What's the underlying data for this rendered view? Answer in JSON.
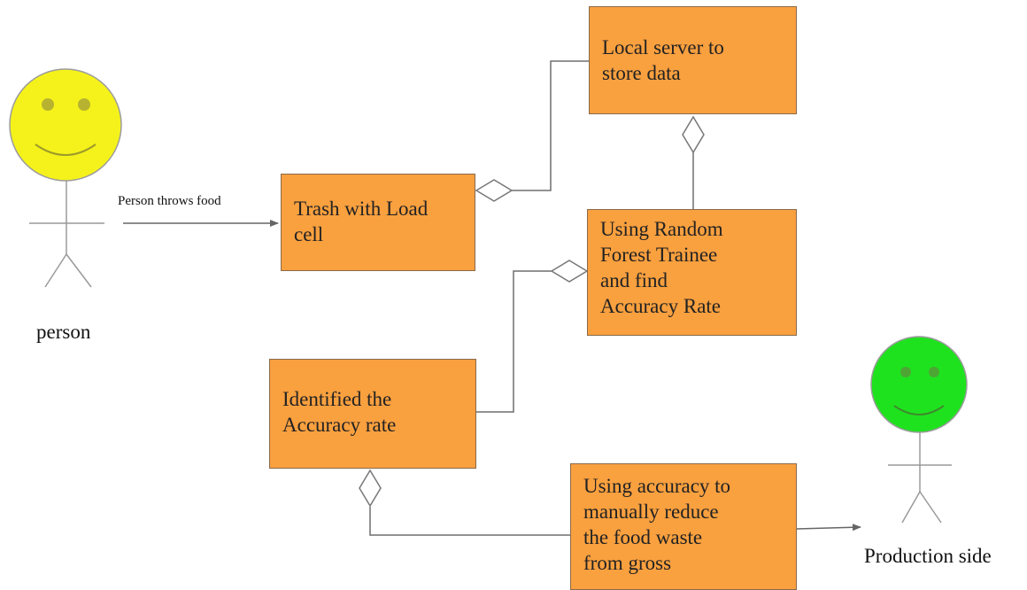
{
  "actors": {
    "person": {
      "label": "person",
      "face_color": "#f5f21b"
    },
    "production": {
      "label": "Production side",
      "face_color": "#1fe21f"
    }
  },
  "nodes": {
    "local_server": "Local server to\nstore data",
    "trash": "Trash with Load\ncell",
    "random_forest": "Using Random\nForest Trainee\nand find\nAccuracy Rate",
    "identified": "Identified the\nAccuracy rate",
    "manual_reduce": "Using accuracy to\nmanually reduce\nthe food waste\nfrom gross"
  },
  "edges": {
    "person_to_trash": "Person throws food"
  },
  "colors": {
    "node_fill": "#f9a03f",
    "node_border": "#8a6a4a",
    "connector": "#6f6f6f",
    "diamond_fill": "#ffffff"
  }
}
